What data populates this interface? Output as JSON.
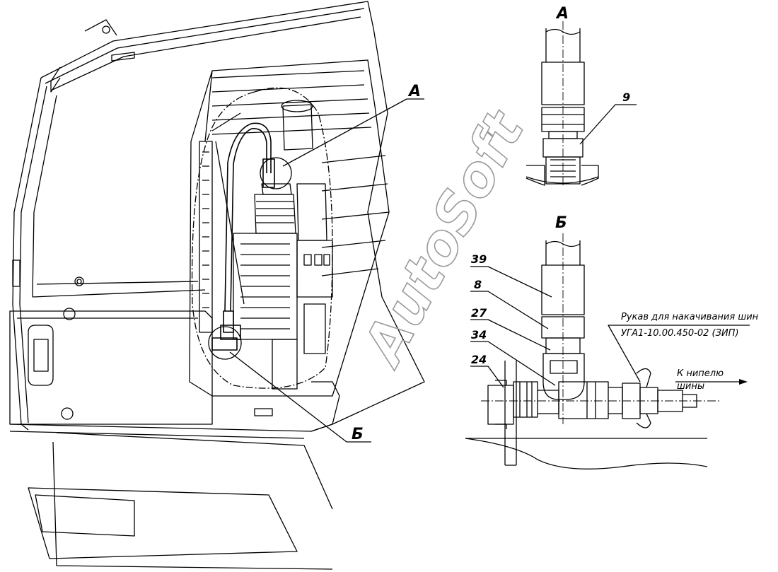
{
  "views": {
    "a_title": "А",
    "b_title": "Б",
    "main_callout_a": "А",
    "main_callout_b": "Б"
  },
  "positions": {
    "p9": "9",
    "p39": "39",
    "p8": "8",
    "p27": "27",
    "p34": "34",
    "p24": "24"
  },
  "notes": {
    "hose_line1": "Рукав для накачивания шин",
    "hose_line2": "УГА1-10.00.450-02 (ЗИП)",
    "valve_line1": "К нипелю",
    "valve_line2": "шины"
  },
  "watermark": "AutoSoft",
  "colors": {
    "line": "#000000",
    "watermark": "#9a9a9a"
  }
}
